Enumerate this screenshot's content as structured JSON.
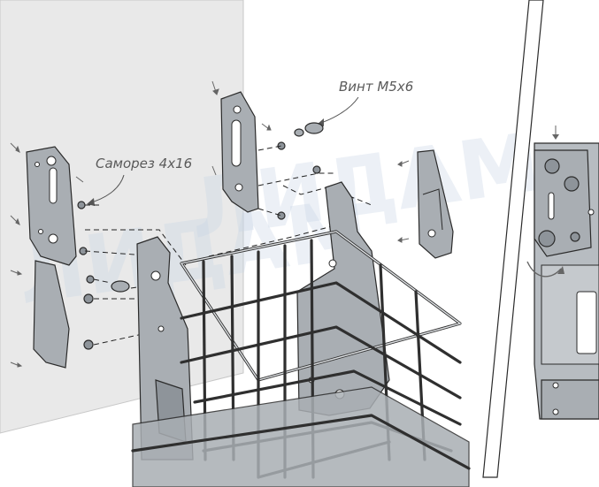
{
  "labels": {
    "screw_m5": "Винт М5х6",
    "self_tapping_screw": "Саморез 4х16"
  },
  "watermark": {
    "text": "ЛИДАМ"
  },
  "colors": {
    "wall_panel": "#e9e9e9",
    "metal": "#a9aeb3",
    "outline": "#2b2b2b",
    "label_text": "#5a5a5a"
  },
  "icons": {
    "rotation_arrow": "curved-arrow",
    "direction_arrows": "small-arrow"
  }
}
